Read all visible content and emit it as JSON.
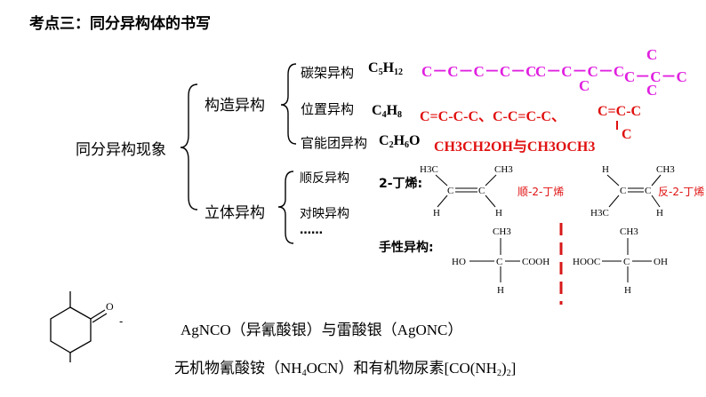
{
  "slide_title": "考点三：同分异构体的书写",
  "root_label": "同分异构现象",
  "branch_structural": "构造异构",
  "branch_stereo": "立体异构",
  "structural": {
    "carbon_skeleton": {
      "label": "碳架异构",
      "formula_main": "C",
      "formula_sub1": "5",
      "formula_mid": "H",
      "formula_sub2": "12",
      "chain_linear": "C－C－C－C－C",
      "chain_branched": "C－C－C－C",
      "branch_c": "C",
      "neo_top": "C",
      "neo_mid": "C－C－C",
      "neo_bottom": "C"
    },
    "position": {
      "label": "位置异构",
      "formula_main": "C",
      "formula_sub1": "4",
      "formula_mid": "H",
      "formula_sub2": "8",
      "isomers": "C=C-C-C、C-C=C-C、",
      "isomer3": "C=C-C",
      "isomer3_branch": "C"
    },
    "functional": {
      "label": "官能团异构",
      "formula": "C",
      "formula_sub1": "2",
      "formula_mid": "H",
      "formula_sub2": "6",
      "formula_end": "O",
      "isomers": "CH3CH2OH与CH3OCH3"
    }
  },
  "stereo": {
    "cis_trans_label": "顺反异构",
    "enantiomer_label": "对映异构",
    "ellipsis": "……",
    "butene_label": "2-丁烯:",
    "cis_name": "顺-2-丁烯",
    "trans_name": "反-2-丁烯",
    "chiral_label": "手性异构:",
    "atoms": {
      "h3c": "H3C",
      "ch3": "CH3",
      "h": "H",
      "c": "C",
      "ho": "HO",
      "cooh": "COOH",
      "hooc": "HOOC",
      "oh": "OH"
    }
  },
  "bottom": {
    "dash": "-",
    "ketone_o": "O",
    "line1": "AgNCO（异氰酸银）与雷酸银（AgONC）",
    "line2_a": "无机物氰酸铵（NH",
    "line2_sub1": "4",
    "line2_b": "OCN）和有机物尿素[CO(NH",
    "line2_sub2": "2",
    "line2_c": ")",
    "line2_sub3": "2",
    "line2_d": "]"
  },
  "colors": {
    "magenta": "#e020e0",
    "red": "#e01010",
    "divider": "#d81818"
  }
}
